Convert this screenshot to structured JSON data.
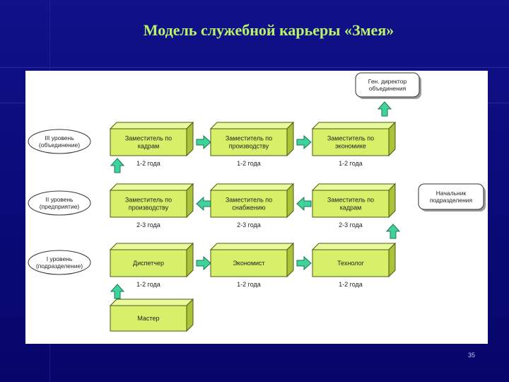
{
  "slide": {
    "title": "Модель служебной карьеры «Змея»",
    "page_number": "35"
  },
  "colors": {
    "box_fill": "#d7f06a",
    "box_side": "#aac23a",
    "box_top": "#e9fa9c",
    "arrow_fill": "#3fd29a",
    "title": "#b8f26a"
  },
  "diagram": {
    "levels": [
      {
        "line1": "III уровень",
        "line2": "(объединение)"
      },
      {
        "line1": "II уровень",
        "line2": "(предприятие)"
      },
      {
        "line1": "I уровень",
        "line2": "(подразделение)"
      }
    ],
    "rows": [
      {
        "boxes": [
          "Заместитель по\nкадрам",
          "Заместитель по\nпроизводству",
          "Заместитель по\nэкономике"
        ],
        "durations": [
          "1-2 года",
          "1-2 года",
          "1-2 года"
        ]
      },
      {
        "boxes": [
          "Заместитель по\nпроизводству",
          "Заместитель по\nснабжению",
          "Заместитель по\nкадрам"
        ],
        "durations": [
          "2-3 года",
          "2-3 года",
          "2-3 года"
        ]
      },
      {
        "boxes": [
          "Диспетчер",
          "Экономист",
          "Технолог"
        ],
        "durations": [
          "1-2 года",
          "1-2 года",
          "1-2 года"
        ]
      }
    ],
    "start_box": "Мастер",
    "top_goal": "Ген. директор\nобъединения",
    "side_goal": "Начальник\nподразделения"
  }
}
